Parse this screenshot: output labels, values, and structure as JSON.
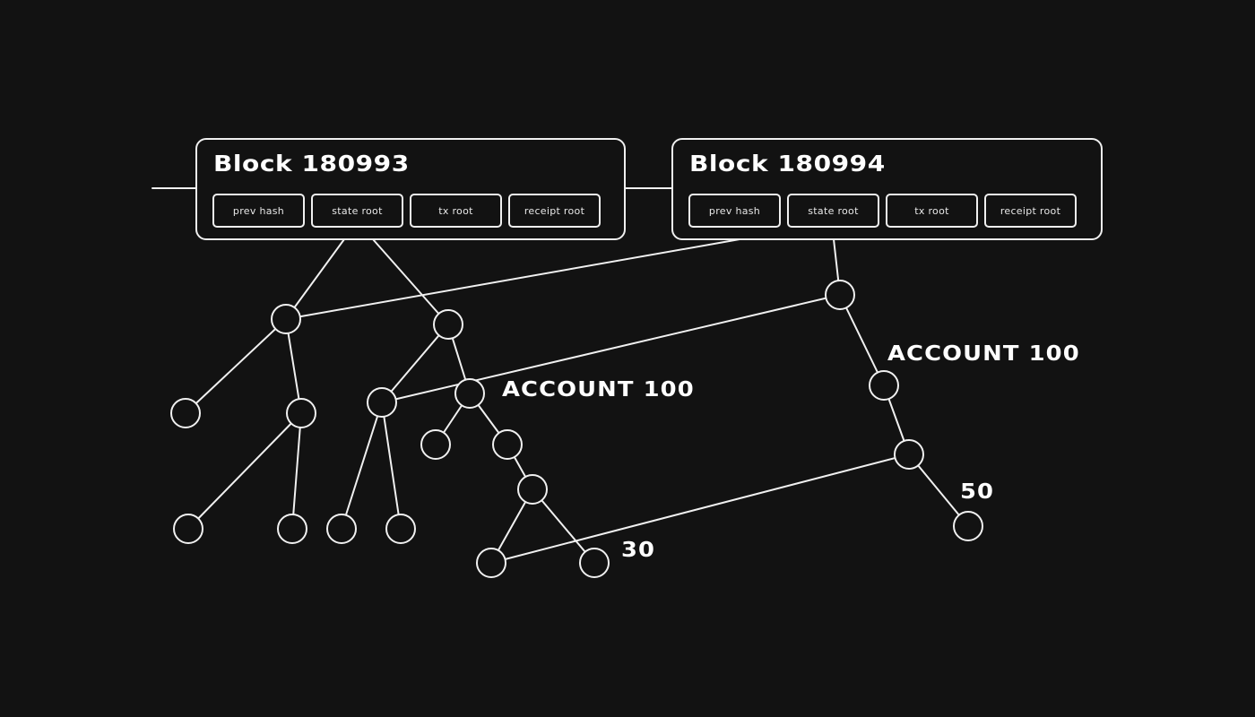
{
  "diagram": {
    "background_color": "#121212",
    "stroke_color": "#f0f0f0",
    "blocks": [
      {
        "title": "Block 180993",
        "fields": [
          "Prev Hash",
          "state root",
          "TX root",
          "receipt root"
        ]
      },
      {
        "title": "Block 180994",
        "fields": [
          "Prev Hash",
          "state root",
          "TX root",
          "receipt root"
        ]
      }
    ],
    "labels": {
      "account_left": "ACCOUNT 100",
      "account_right": "ACCOUNT 100",
      "value_left": "30",
      "value_right": "50"
    }
  }
}
